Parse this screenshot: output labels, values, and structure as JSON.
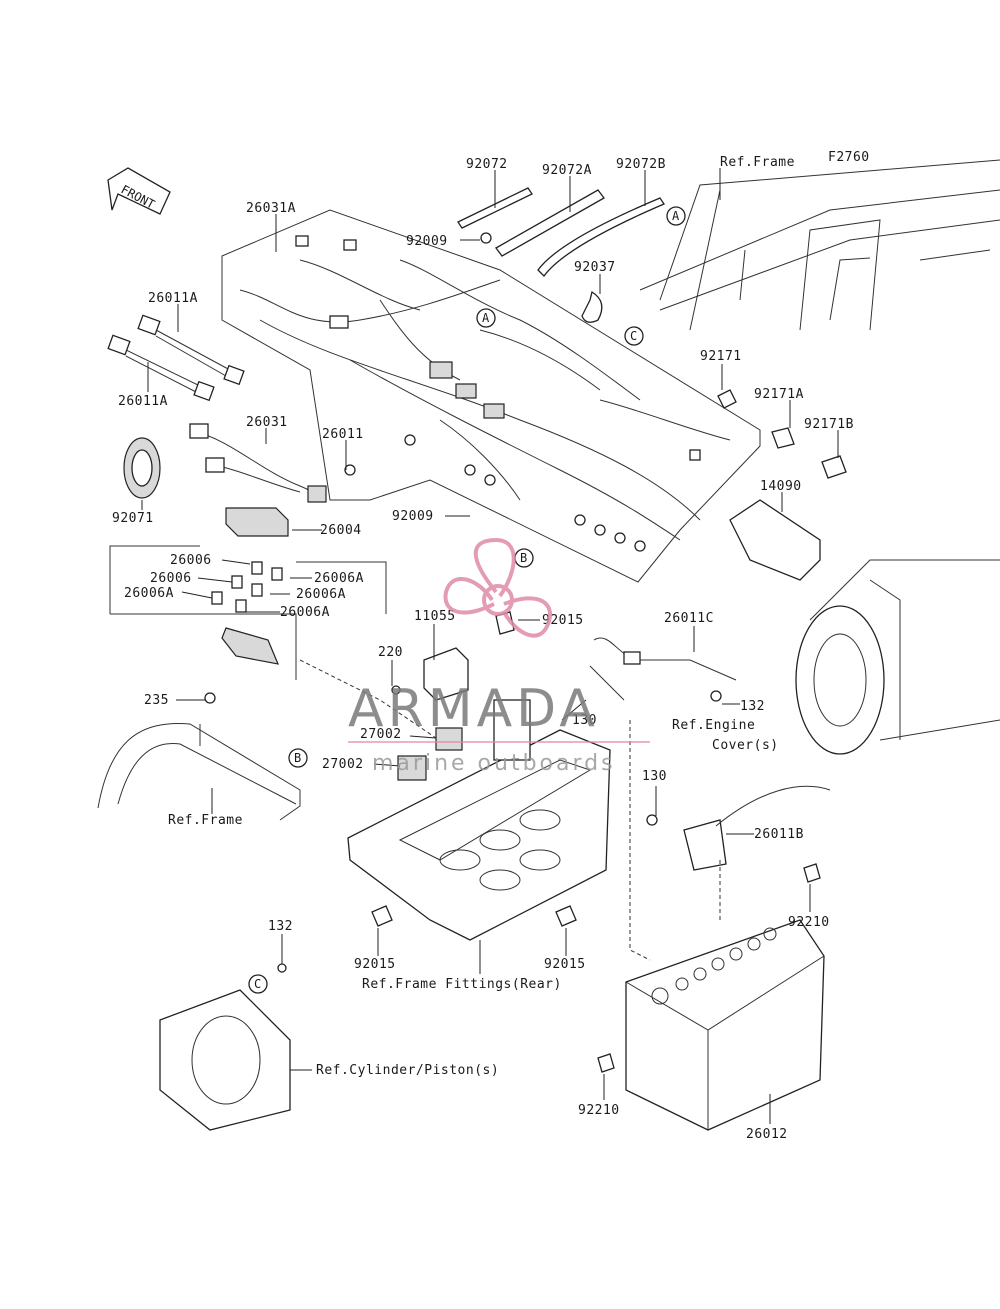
{
  "diagram": {
    "figure_code": "F2760",
    "front_arrow": "FRONT",
    "labels": {
      "p92072": "92072",
      "p92072A": "92072A",
      "p92072B": "92072B",
      "ref_frame_top": "Ref.Frame",
      "p26031A": "26031A",
      "p92009_top": "92009",
      "p92037": "92037",
      "p26011A_top": "26011A",
      "p26011A_bot": "26011A",
      "p92171": "92171",
      "p92171A": "92171A",
      "p92171B": "92171B",
      "p26031": "26031",
      "p26011": "26011",
      "p92071": "92071",
      "p14090": "14090",
      "p92009_mid": "92009",
      "p26004": "26004",
      "p26006_1": "26006",
      "p26006_2": "26006",
      "p26006A_1": "26006A",
      "p26006A_2": "26006A",
      "p26006A_3": "26006A",
      "p26006A_4": "26006A",
      "p11055": "11055",
      "p92015_top": "92015",
      "p26011C": "26011C",
      "p220": "220",
      "p235": "235",
      "p130_a": "130",
      "p132_right": "132",
      "ref_engine_cover_1": "Ref.Engine",
      "ref_engine_cover_2": "Cover(s)",
      "p27002_1": "27002",
      "p27002_2": "27002",
      "ref_frame_left": "Ref.Frame",
      "p130_b": "130",
      "p26011B": "26011B",
      "p92210_right": "92210",
      "p132_left": "132",
      "p92015_l": "92015",
      "p92015_r": "92015",
      "ref_frame_fittings": "Ref.Frame Fittings(Rear)",
      "ref_cylinder": "Ref.Cylinder/Piston(s)",
      "p92210_left": "92210",
      "p26012": "26012"
    },
    "callouts": {
      "A": "A",
      "B": "B",
      "C": "C"
    },
    "watermark": {
      "title": "ARMADA",
      "subtitle": "marine outboards",
      "color": "#e08aa8"
    }
  }
}
